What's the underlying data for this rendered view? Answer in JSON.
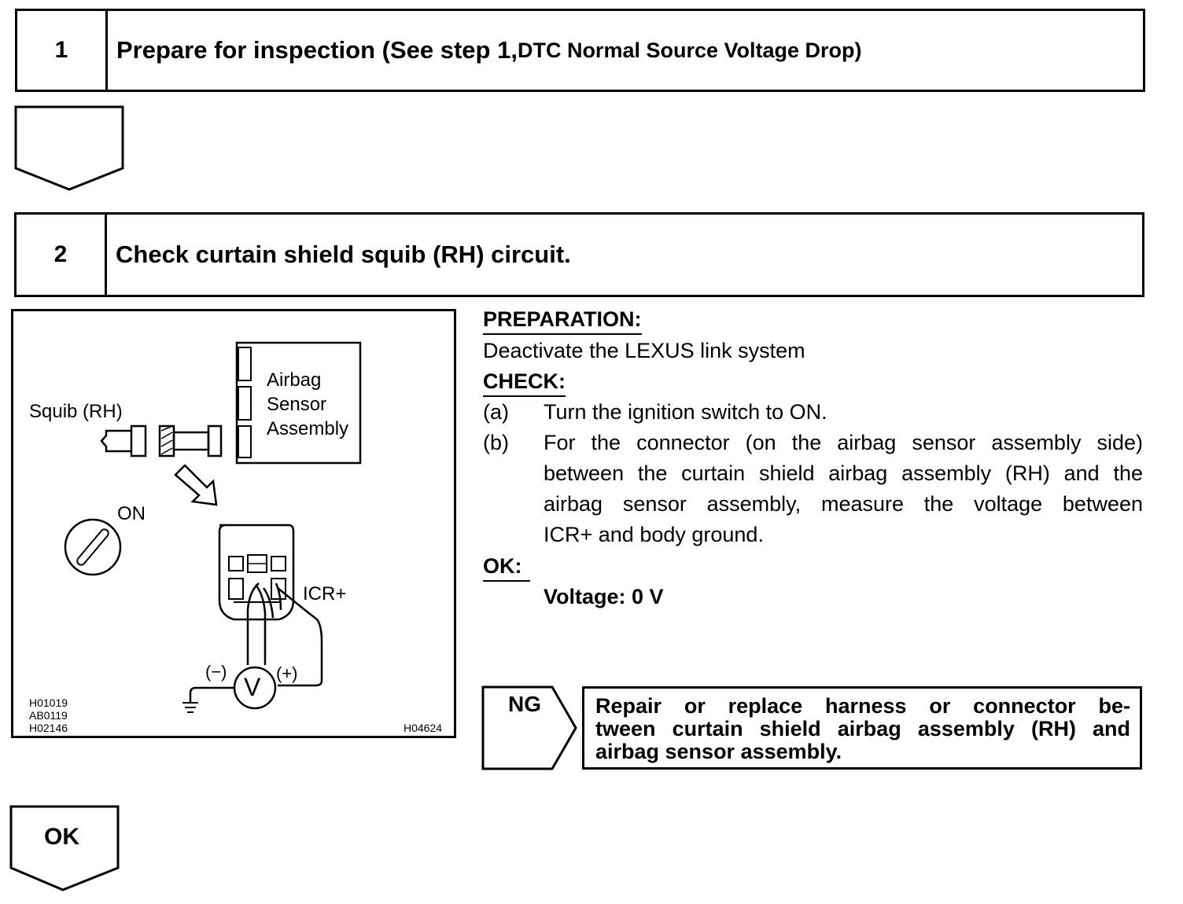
{
  "step1": {
    "number": "1",
    "title_main": "Prepare for inspection (See step 1, ",
    "title_small": "DTC Normal Source Voltage Drop)"
  },
  "step2": {
    "number": "2",
    "title": "Check curtain shield squib (RH) circuit."
  },
  "figure": {
    "label_squib": "Squib (RH)",
    "label_airbag": "Airbag",
    "label_sensor": "Sensor",
    "label_assembly": "Assembly",
    "label_on": "ON",
    "label_icr": "ICR+",
    "label_minus": "(−)",
    "label_plus": "(+)",
    "label_v": "V",
    "code1": "H01019",
    "code2": "AB0119",
    "code3": "H02146",
    "code_right": "H04624"
  },
  "preparation": {
    "heading": "PREPARATION:",
    "text": "Deactivate the LEXUS link system"
  },
  "check": {
    "heading": "CHECK:",
    "item_a_marker": "(a)",
    "item_a_text": "Turn the ignition switch to ON.",
    "item_b_marker": "(b)",
    "item_b_lines": [
      "For the connector (on the airbag sensor assembly side)",
      "between the curtain shield airbag assembly (RH) and the",
      "airbag sensor assembly, measure the voltage between",
      "ICR+ and body ground."
    ]
  },
  "ok": {
    "heading": "OK:",
    "value": "Voltage: 0 V"
  },
  "ng": {
    "label": "NG",
    "lines": [
      "Repair or replace harness or connector be-",
      "tween curtain shield airbag assembly (RH) and",
      "airbag sensor assembly."
    ]
  },
  "ok_arrow": {
    "label": "OK"
  }
}
